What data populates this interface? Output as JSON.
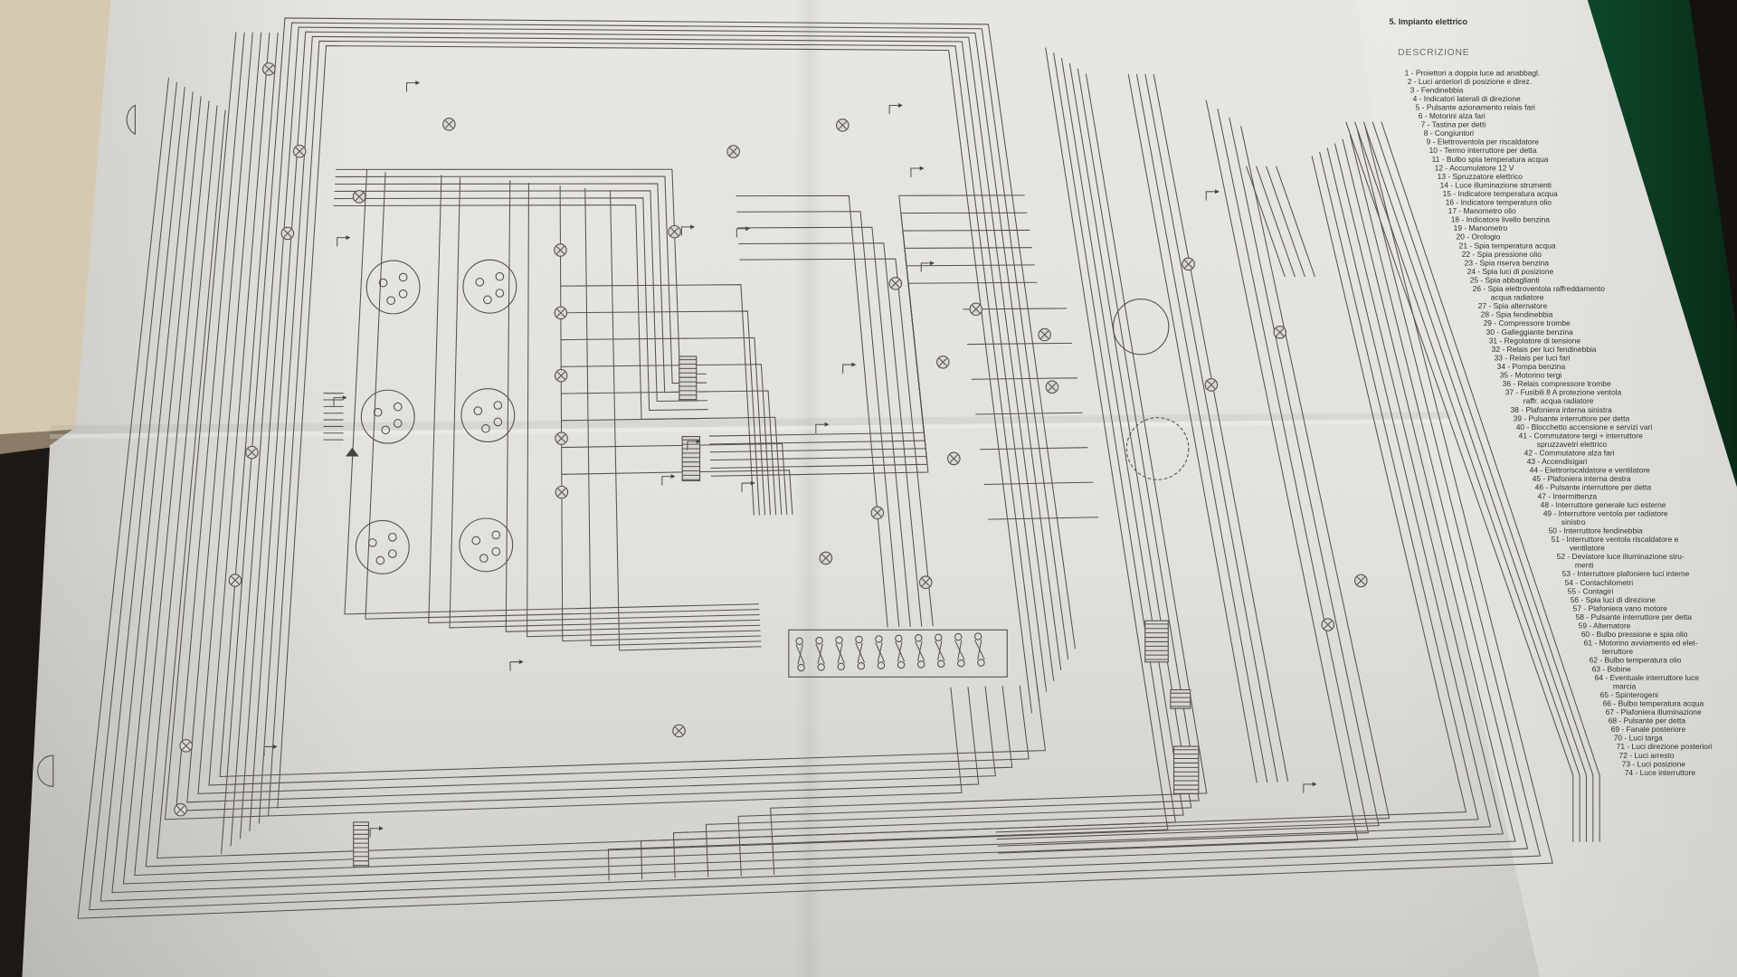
{
  "document": {
    "section_title": "5. Impianto elettrico",
    "heading": "DESCRIZIONE",
    "legend_lines": [
      "1 - Proiettori a doppia luce ad anabbagl.",
      "2 - Luci anteriori di posizione e direz.",
      "3 - Fendinebbia",
      "4 - Indicatori laterali di direzione",
      "5 - Pulsante azionamento relais fari",
      "6 - Motorini alza fari",
      "7 - Tastina per detti",
      "8 - Congiuntori",
      "9 - Elettroventola per riscaldatore",
      "10 - Termo interruttore per detta",
      "11 - Bulbo spia temperatura acqua",
      "12 - Accumulatore 12 V",
      "13 - Spruzzatore elettrico",
      "14 - Luce illuminazione strumenti",
      "15 - Indicatore temperatura acqua",
      "16 - Indicatore temperatura olio",
      "17 - Manometro olio",
      "18 - Indicatore livello benzina",
      "19 - Manometro",
      "20 - Orologio",
      "21 - Spia temperatura acqua",
      "22 - Spia pressione olio",
      "23 - Spia riserva benzina",
      "24 - Spia luci di posizione",
      "25 - Spia abbaglianti",
      "26 - Spia elettroventola raffreddamento",
      "acqua radiatore",
      "27 - Spia alternatore",
      "28 - Spia fendinebbia",
      "29 - Compressore trombe",
      "30 - Galleggiante benzina",
      "31 - Regolatore di tensione",
      "32 - Relais per luci fendinebbia",
      "33 - Relais per luci fari",
      "34 - Pompa benzina",
      "35 - Motorino tergi",
      "36 - Relais compressore trombe",
      "37 - Fusibili 8 A protezione ventola",
      "raffr. acqua radiatore",
      "38 - Plafoniera interna sinistra",
      "39 - Pulsante interruttore per detta",
      "40 - Blocchetto accensione e servizi vari",
      "41 - Commutatore tergi + interruttore",
      "spruzzavetri elettrico",
      "42 - Commutatore alza fari",
      "43 - Accendisigari",
      "44 - Elettroriscaldatore e ventilatore",
      "45 - Plafoniera interna destra",
      "46 - Pulsante interruttore per detta",
      "47 - Intermittenza",
      "48 - Interruttore generale luci esterne",
      "49 - Interruttore ventola per radiatore",
      "sinistro",
      "50 - Interruttore fendinebbia",
      "51 - Interruttore ventola riscaldatore e",
      "ventilatore",
      "52 - Deviatore luce illuminazione stru-",
      "menti",
      "53 - Interruttore plafoniere luci interne",
      "54 - Contachilometri",
      "55 - Contagiri",
      "56 - Spia luci di direzione",
      "57 - Plafoniera vano motore",
      "58 - Pulsante interruttore per detta",
      "59 - Alternatore",
      "60 - Bulbo pressione e spia olio",
      "61 - Motorino avviamento ed elet-",
      "terruttore",
      "62 - Bulbo temperatura olio",
      "63 - Bobine",
      "64 - Eventuale interruttore luce",
      "marcia",
      "65 - Spinterogeni",
      "66 - Bulbo temperatura acqua",
      "67 - Plafoniera illuminazione",
      "68 - Pulsante per detta",
      "69 - Fanale posteriore",
      "70 - Luci targa",
      "71 - Luci direzione posteriori",
      "72 - Luci arresto",
      "73 - Luci posizione",
      "74 - Luce interruttore"
    ],
    "continuation_lines": [
      26,
      38,
      43,
      52,
      55,
      57,
      67,
      71
    ]
  },
  "colors": {
    "paper": "#e4e2dd",
    "ink": "#55524e",
    "background_green": "#0f3a22",
    "background_dark": "#1e1814",
    "under_sheet": "#d6c9b2"
  }
}
